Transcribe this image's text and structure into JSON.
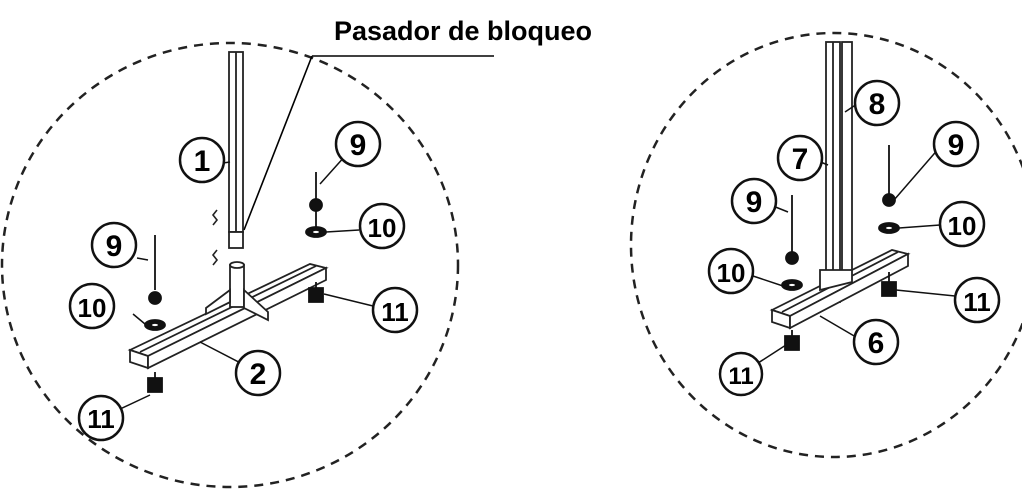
{
  "diagram": {
    "label": "Pasador de bloqueo",
    "callouts": {
      "c1": "1",
      "c2": "2",
      "c9a": "9",
      "c10a": "10",
      "c11a": "11",
      "c9b": "9",
      "c10b": "10",
      "c11b": "11",
      "c7": "7",
      "c8": "8",
      "c9c": "9",
      "c10c": "10",
      "c11c": "11",
      "c9d": "9",
      "c10d": "10",
      "c6": "6",
      "c11d": "11"
    }
  }
}
